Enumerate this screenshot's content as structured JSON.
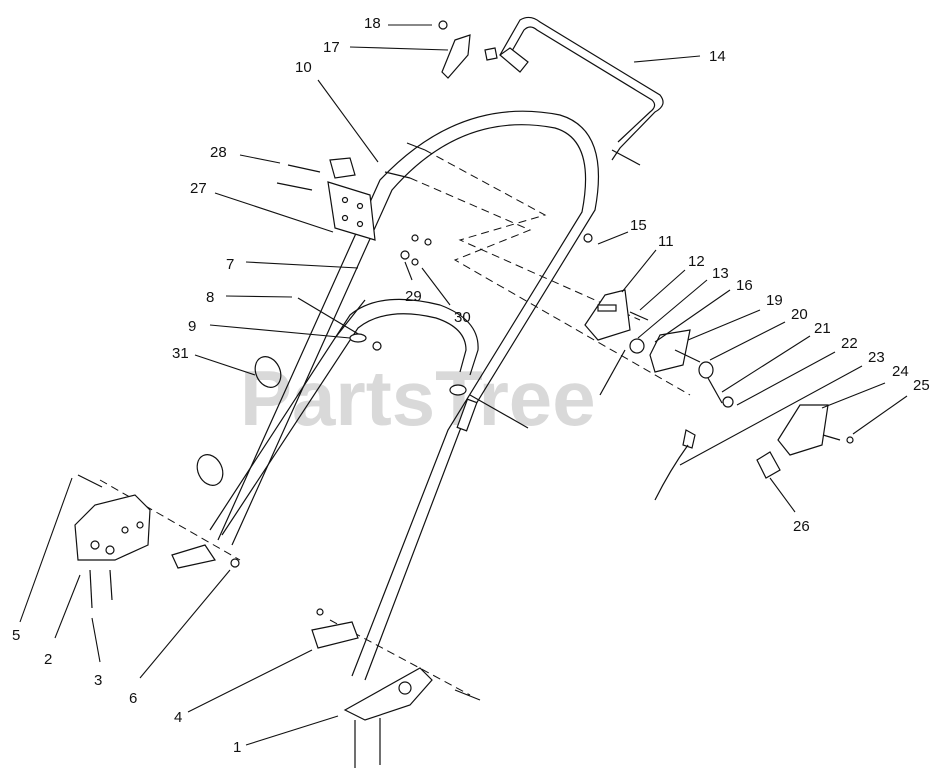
{
  "watermark": "PartsTree",
  "callouts": [
    "1",
    "2",
    "3",
    "4",
    "5",
    "6",
    "7",
    "8",
    "9",
    "10",
    "11",
    "12",
    "13",
    "14",
    "15",
    "16",
    "17",
    "18",
    "19",
    "20",
    "21",
    "22",
    "23",
    "24",
    "25",
    "26",
    "27",
    "28",
    "29",
    "30",
    "31"
  ]
}
